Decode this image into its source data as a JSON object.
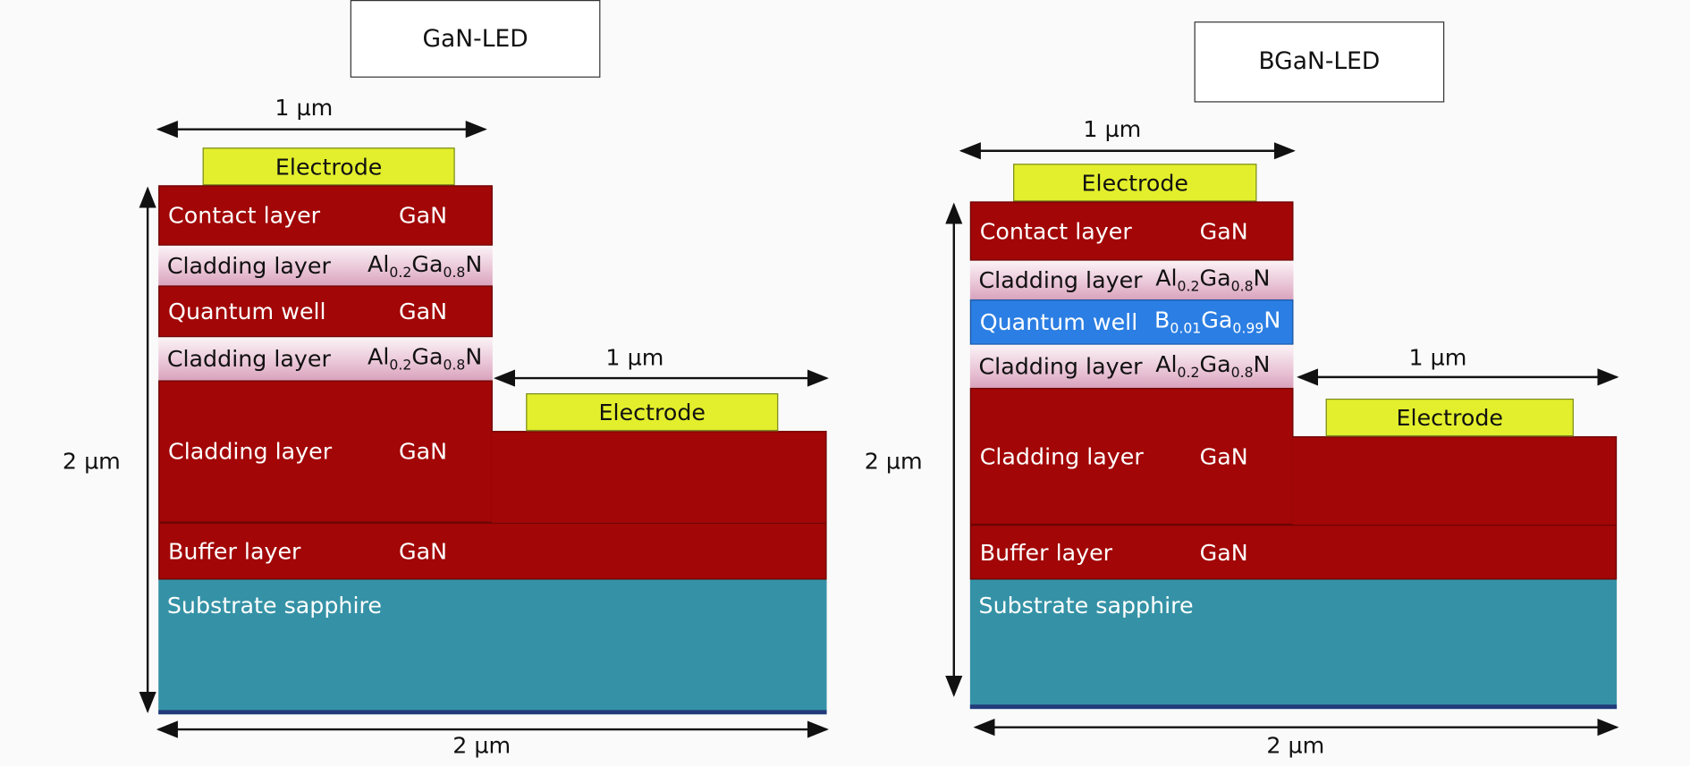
{
  "diagrams": [
    {
      "title": "GaN-LED",
      "top_width": "1 µm",
      "mesa_width": "1 µm",
      "height": "2 µm",
      "base_width": "2 µm",
      "top_electrode": "Electrode",
      "side_electrode": "Electrode",
      "layers": [
        {
          "label": "Contact layer",
          "material": [
            {
              "t": "GaN"
            }
          ],
          "type": "red"
        },
        {
          "label": "Cladding layer",
          "material": [
            {
              "t": "Al"
            },
            {
              "t": "0.2",
              "sub": true
            },
            {
              "t": "Ga"
            },
            {
              "t": "0.8",
              "sub": true
            },
            {
              "t": "N"
            }
          ],
          "type": "pink"
        },
        {
          "label": "Quantum well",
          "material": [
            {
              "t": "GaN"
            }
          ],
          "type": "red"
        },
        {
          "label": "Cladding layer",
          "material": [
            {
              "t": "Al"
            },
            {
              "t": "0.2",
              "sub": true
            },
            {
              "t": "Ga"
            },
            {
              "t": "0.8",
              "sub": true
            },
            {
              "t": "N"
            }
          ],
          "type": "pink"
        },
        {
          "label": "Cladding layer",
          "material": [
            {
              "t": "GaN"
            }
          ],
          "type": "red"
        },
        {
          "label": "Buffer layer",
          "material": [
            {
              "t": "GaN"
            }
          ],
          "type": "red"
        },
        {
          "label": "Substrate sapphire",
          "material": [],
          "type": "teal"
        }
      ]
    },
    {
      "title": "BGaN-LED",
      "top_width": "1 µm",
      "mesa_width": "1 µm",
      "height": "2 µm",
      "base_width": "2 µm",
      "top_electrode": "Electrode",
      "side_electrode": "Electrode",
      "layers": [
        {
          "label": "Contact layer",
          "material": [
            {
              "t": "GaN"
            }
          ],
          "type": "red"
        },
        {
          "label": "Cladding layer",
          "material": [
            {
              "t": "Al"
            },
            {
              "t": "0.2",
              "sub": true
            },
            {
              "t": "Ga"
            },
            {
              "t": "0.8",
              "sub": true
            },
            {
              "t": "N"
            }
          ],
          "type": "pink"
        },
        {
          "label": "Quantum well",
          "material": [
            {
              "t": "B"
            },
            {
              "t": "0.01",
              "sub": true
            },
            {
              "t": "Ga"
            },
            {
              "t": "0.99",
              "sub": true
            },
            {
              "t": "N"
            }
          ],
          "type": "blue"
        },
        {
          "label": "Cladding layer",
          "material": [
            {
              "t": "Al"
            },
            {
              "t": "0.2",
              "sub": true
            },
            {
              "t": "Ga"
            },
            {
              "t": "0.8",
              "sub": true
            },
            {
              "t": "N"
            }
          ],
          "type": "pink"
        },
        {
          "label": "Cladding layer",
          "material": [
            {
              "t": "GaN"
            }
          ],
          "type": "red"
        },
        {
          "label": "Buffer layer",
          "material": [
            {
              "t": "GaN"
            }
          ],
          "type": "red"
        },
        {
          "label": "Substrate sapphire",
          "material": [],
          "type": "teal"
        }
      ]
    }
  ]
}
